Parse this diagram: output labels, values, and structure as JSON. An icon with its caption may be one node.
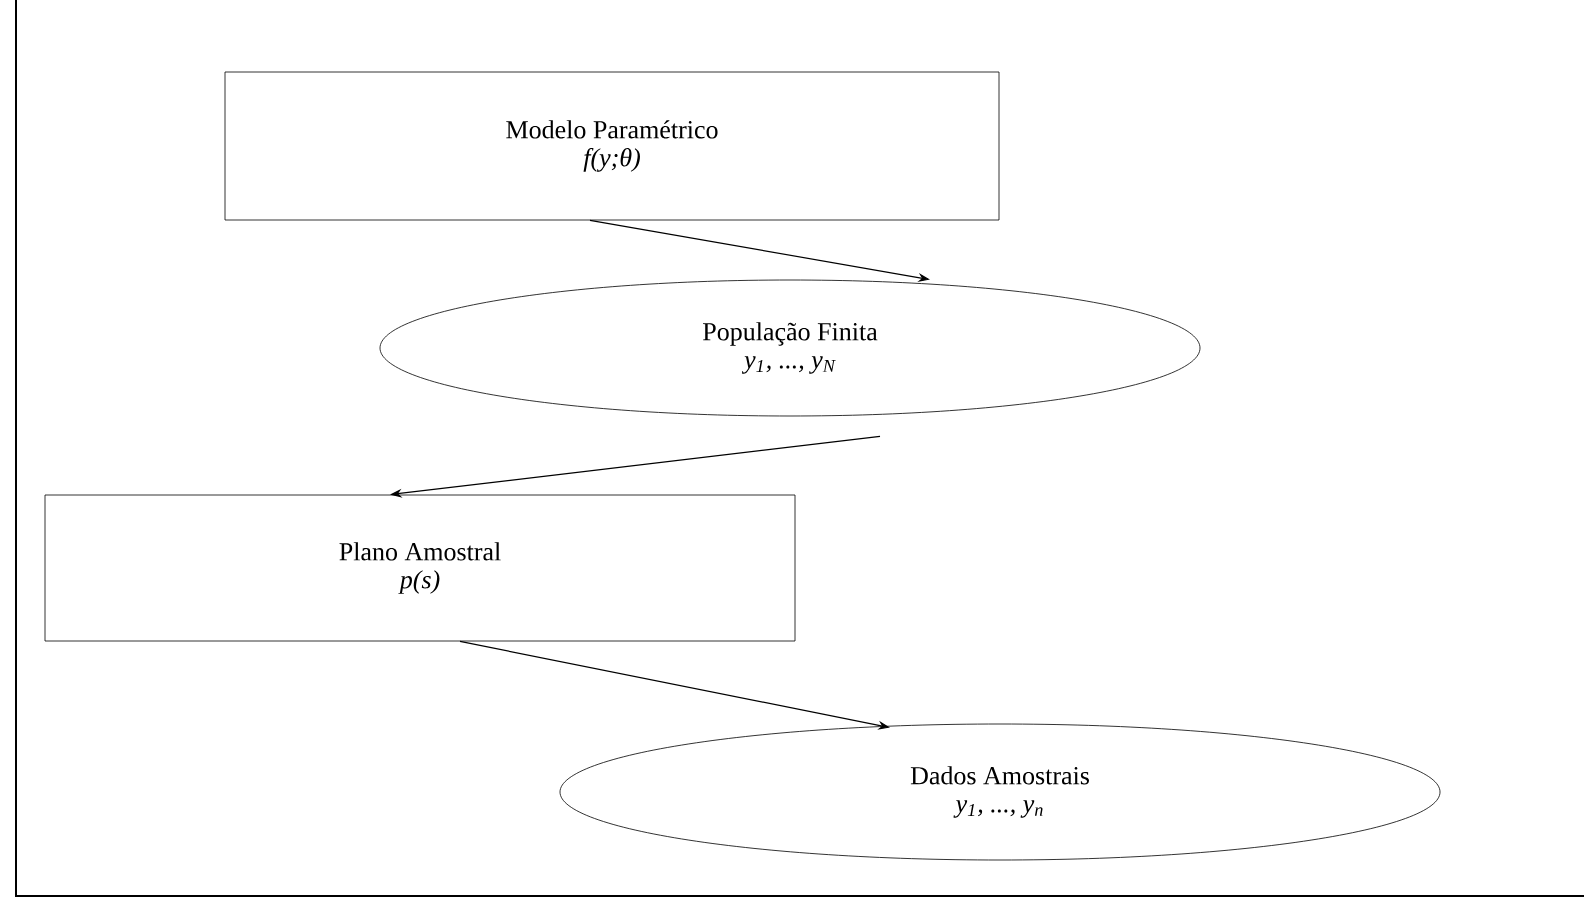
{
  "diagram": {
    "nodes": [
      {
        "text": [
          "Modelo Paramétrico",
          "f(y;θ)"
        ]
      },
      {
        "text": [
          "População Finita",
          "y$_{1}$, ..., y$_{N}$"
        ]
      },
      {
        "text": [
          "Plano Amostral",
          "p(s)"
        ]
      },
      {
        "text": [
          "Dados Amostrais",
          "y$_{1}$, ..., y$_{n}$"
        ]
      }
    ],
    "edges": [
      {
        "from": 0,
        "to": 1,
        "arrow": "to"
      },
      {
        "from": 1,
        "to": 2,
        "arrow": "to"
      },
      {
        "from": 2,
        "to": 3,
        "arrow": "to"
      }
    ]
  }
}
